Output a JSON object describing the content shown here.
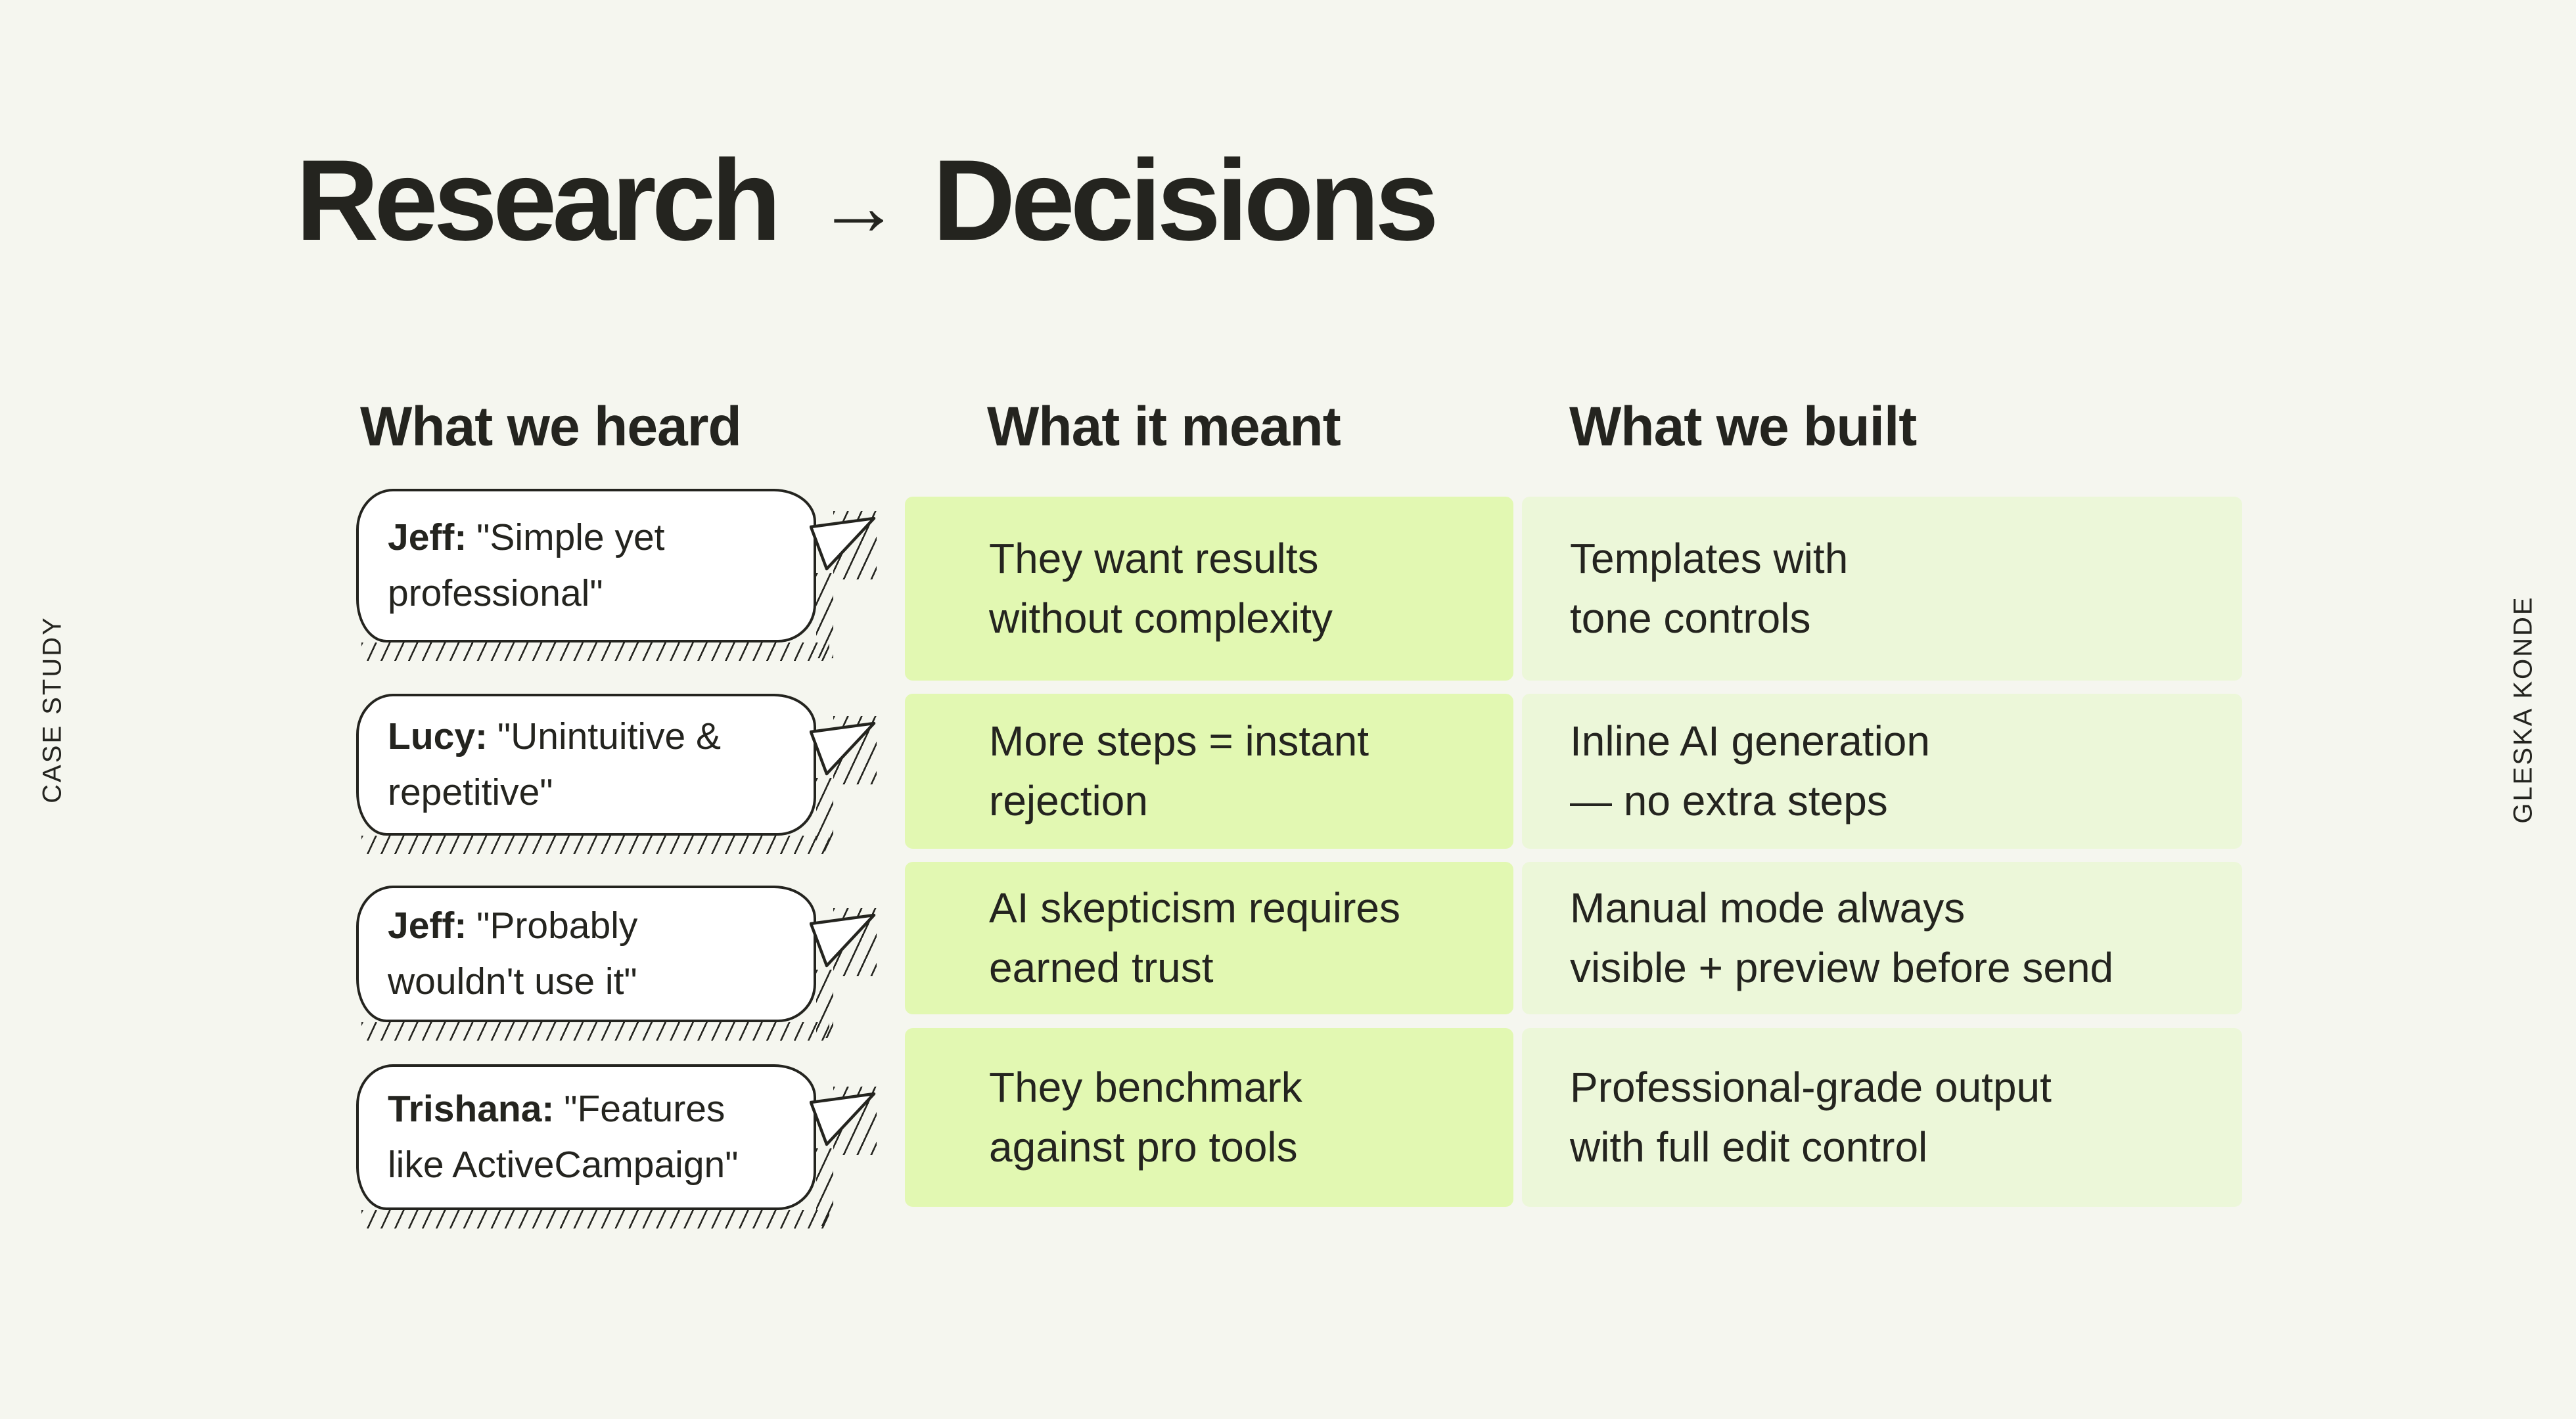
{
  "slide": {
    "background": "#f5f6ef",
    "ink": "#24241f",
    "title": {
      "left": "Research",
      "arrow": "→",
      "right": "Decisions"
    },
    "side_labels": {
      "left": "CASE STUDY",
      "right": "GLESKA KONDE"
    },
    "columns": {
      "heard": "What we heard",
      "meant": "What it meant",
      "built": "What we built"
    },
    "cell_colors": {
      "meant": "#e2f8b2",
      "built": "#ecf7d9",
      "bubble": "#ffffff"
    },
    "rows": [
      {
        "speaker": "Jeff:",
        "quote": "\"Simple yet\nprofessional\"",
        "meant": "They want results\nwithout complexity",
        "built": "Templates with\ntone controls"
      },
      {
        "speaker": "Lucy:",
        "quote": "\"Unintuitive &\nrepetitive\"",
        "meant": "More steps = instant\nrejection",
        "built": "Inline AI generation\n— no extra steps"
      },
      {
        "speaker": "Jeff:",
        "quote": "\"Probably\nwouldn't use it\"",
        "meant": "AI skepticism requires\nearned trust",
        "built": "Manual mode always\nvisible + preview before send"
      },
      {
        "speaker": "Trishana:",
        "quote": "\"Features\nlike ActiveCampaign\"",
        "meant": "They benchmark\nagainst pro tools",
        "built": "Professional-grade output\nwith full edit control"
      }
    ]
  }
}
